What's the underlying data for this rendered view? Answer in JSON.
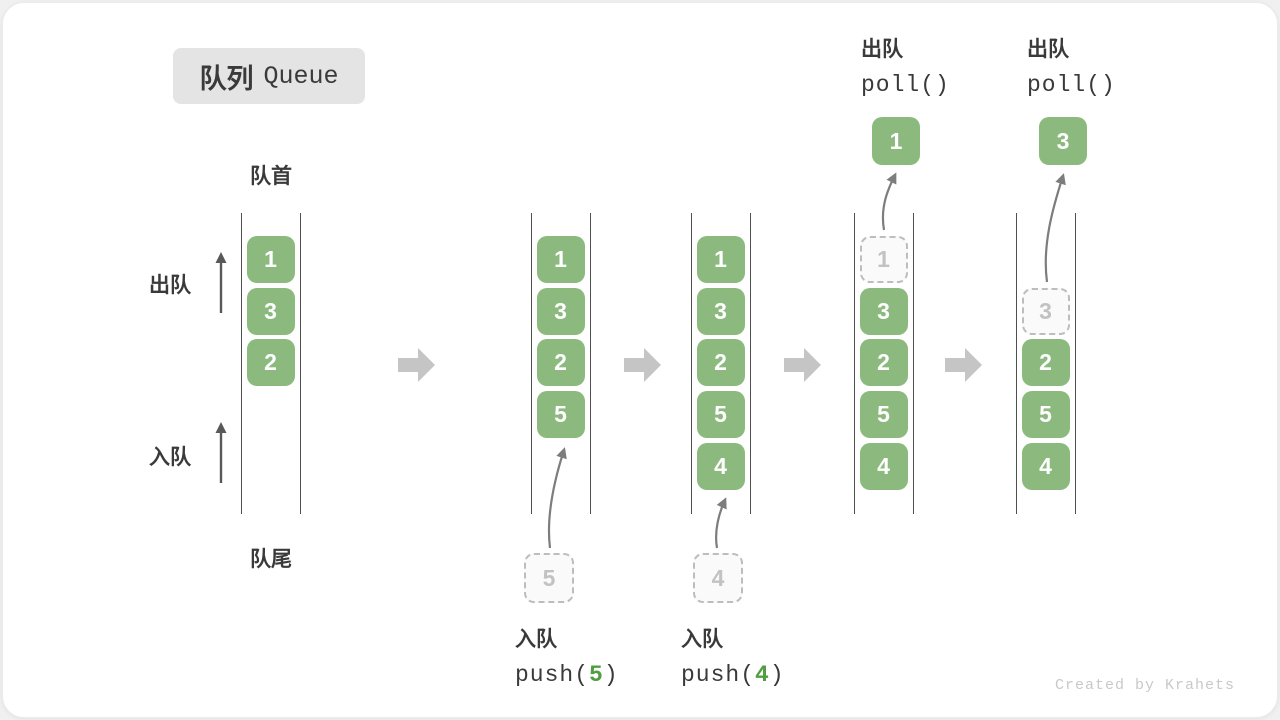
{
  "title": {
    "zh": "队列",
    "en": "Queue"
  },
  "side_labels": {
    "front": "队首",
    "rear": "队尾",
    "dequeue": "出队",
    "enqueue": "入队"
  },
  "columns": [
    {
      "cells": [
        {
          "v": "1",
          "slot": 0,
          "type": "solid"
        },
        {
          "v": "3",
          "slot": 1,
          "type": "solid"
        },
        {
          "v": "2",
          "slot": 2,
          "type": "solid"
        }
      ]
    },
    {
      "cells": [
        {
          "v": "1",
          "slot": 0,
          "type": "solid"
        },
        {
          "v": "3",
          "slot": 1,
          "type": "solid"
        },
        {
          "v": "2",
          "slot": 2,
          "type": "solid"
        },
        {
          "v": "5",
          "slot": 3,
          "type": "solid"
        }
      ]
    },
    {
      "cells": [
        {
          "v": "1",
          "slot": 0,
          "type": "solid"
        },
        {
          "v": "3",
          "slot": 1,
          "type": "solid"
        },
        {
          "v": "2",
          "slot": 2,
          "type": "solid"
        },
        {
          "v": "5",
          "slot": 3,
          "type": "solid"
        },
        {
          "v": "4",
          "slot": 4,
          "type": "solid"
        }
      ]
    },
    {
      "cells": [
        {
          "v": "1",
          "slot": 0,
          "type": "ghost"
        },
        {
          "v": "3",
          "slot": 1,
          "type": "solid"
        },
        {
          "v": "2",
          "slot": 2,
          "type": "solid"
        },
        {
          "v": "5",
          "slot": 3,
          "type": "solid"
        },
        {
          "v": "4",
          "slot": 4,
          "type": "solid"
        }
      ]
    },
    {
      "cells": [
        {
          "v": "3",
          "slot": 1,
          "type": "ghost"
        },
        {
          "v": "2",
          "slot": 2,
          "type": "solid"
        },
        {
          "v": "5",
          "slot": 3,
          "type": "solid"
        },
        {
          "v": "4",
          "slot": 4,
          "type": "solid"
        }
      ]
    }
  ],
  "ops": {
    "push5": {
      "label": "入队",
      "fn": "push(",
      "arg": "5",
      "close": ")",
      "ghost": "5"
    },
    "push4": {
      "label": "入队",
      "fn": "push(",
      "arg": "4",
      "close": ")",
      "ghost": "4"
    },
    "poll1": {
      "label": "出队",
      "code": "poll()",
      "value": "1"
    },
    "poll3": {
      "label": "出队",
      "code": "poll()",
      "value": "3"
    }
  },
  "watermark": "Created by Krahets",
  "colors": {
    "cell_green": "#8CBA7E",
    "code_arg_green": "#4F9E41",
    "ghost_gray": "#BDBDBD",
    "block_arrow_gray": "#C5C5C5",
    "line_dark": "#4F4F4F",
    "text_dark": "#3A3A3A",
    "watermark_gray": "#C9C9C9",
    "badge_bg": "#E4E4E4"
  }
}
